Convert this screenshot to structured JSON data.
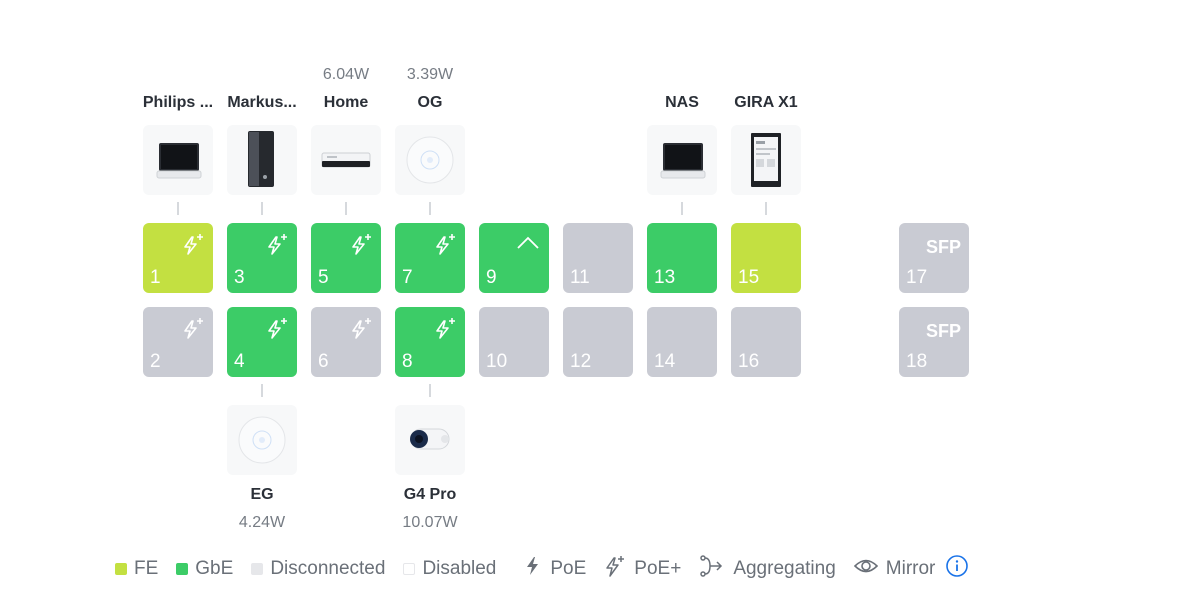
{
  "devices_top": [
    {
      "port": "1",
      "label": "Philips ...",
      "power": "",
      "kind": "monitor"
    },
    {
      "port": "3",
      "label": "Markus...",
      "power": "",
      "kind": "tower"
    },
    {
      "port": "5",
      "label": "Home",
      "power": "6.04W",
      "kind": "hub"
    },
    {
      "port": "7",
      "label": "OG",
      "power": "3.39W",
      "kind": "access-point"
    },
    {
      "port": "13",
      "label": "NAS",
      "power": "",
      "kind": "monitor"
    },
    {
      "port": "15",
      "label": "GIRA X1",
      "power": "",
      "kind": "panel"
    }
  ],
  "devices_bottom": [
    {
      "port": "4",
      "label": "EG",
      "power": "4.24W",
      "kind": "access-point"
    },
    {
      "port": "8",
      "label": "G4 Pro",
      "power": "10.07W",
      "kind": "camera"
    }
  ],
  "ports_top": [
    {
      "num": "1",
      "state": "FE",
      "icon": "poe-plus-icon"
    },
    {
      "num": "3",
      "state": "GbE",
      "icon": "poe-plus-icon"
    },
    {
      "num": "5",
      "state": "GbE",
      "icon": "poe-plus-icon"
    },
    {
      "num": "7",
      "state": "GbE",
      "icon": "poe-plus-icon"
    },
    {
      "num": "9",
      "state": "GbE",
      "icon": "uplink-icon"
    },
    {
      "num": "11",
      "state": "Disconnected",
      "icon": ""
    },
    {
      "num": "13",
      "state": "GbE",
      "icon": ""
    },
    {
      "num": "15",
      "state": "FE",
      "icon": ""
    },
    {
      "num": "17",
      "state": "Disconnected",
      "icon": "",
      "sfp": "SFP"
    }
  ],
  "ports_bottom": [
    {
      "num": "2",
      "state": "Disconnected",
      "icon": "poe-plus-icon"
    },
    {
      "num": "4",
      "state": "GbE",
      "icon": "poe-plus-icon"
    },
    {
      "num": "6",
      "state": "Disconnected",
      "icon": "poe-plus-icon"
    },
    {
      "num": "8",
      "state": "GbE",
      "icon": "poe-plus-icon"
    },
    {
      "num": "10",
      "state": "Disconnected",
      "icon": ""
    },
    {
      "num": "12",
      "state": "Disconnected",
      "icon": ""
    },
    {
      "num": "14",
      "state": "Disconnected",
      "icon": ""
    },
    {
      "num": "16",
      "state": "Disconnected",
      "icon": ""
    },
    {
      "num": "18",
      "state": "Disconnected",
      "icon": "",
      "sfp": "SFP"
    }
  ],
  "legend": {
    "fe": "FE",
    "gbe": "GbE",
    "disconnected": "Disconnected",
    "disabled": "Disabled",
    "poe": "PoE",
    "poe_plus": "PoE+",
    "aggregating": "Aggregating",
    "mirror": "Mirror"
  },
  "colors": {
    "fe": "#c3e041",
    "gbe": "#3ccc67",
    "disconnected": "#c9cbd3",
    "disabled": "#ffffff",
    "info": "#1a73e8"
  }
}
